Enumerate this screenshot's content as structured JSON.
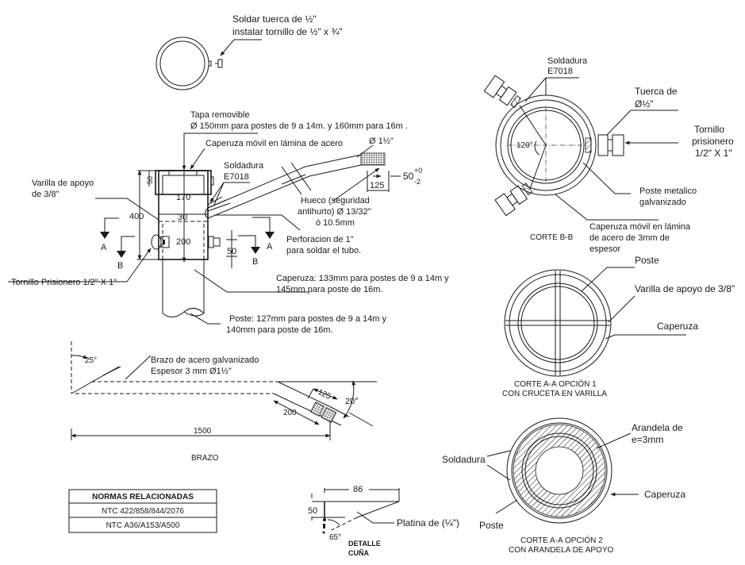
{
  "drawing": {
    "top_view": {
      "note_line1": "Soldar tuerca de ½\"",
      "note_line2": "instalar tornillo de ½\" x ¾\""
    },
    "elevation": {
      "tapa_line1": "Tapa removible",
      "tapa_line2": "Ø 150mm para postes de 9 a 14m. y 160mm para 16m .",
      "caperuza_movil": "Caperuza móvil en lámina de acero",
      "soldadura_line1": "Soldadura",
      "soldadura_line2": "E7018",
      "varilla_line1": "Varilla de apoyo",
      "varilla_line2": "de 3/8\"",
      "tornillo": "Tornillo Prisionero 1/2\" X 1\"",
      "tube_diameter": "Ø 1½\"",
      "hueco_line1": "Hueco (seguridad",
      "hueco_line2": "antihurto) Ø 13/32\"",
      "hueco_line3": "ó 10.5mm",
      "perforacion_line1": "Perforacion de 1\"",
      "perforacion_line2": "para soldar el tubo.",
      "caperuza_line1": "Caperuza: 133mm para postes de 9 a 14m y",
      "caperuza_line2": "145mm para poste de 16m.",
      "poste_line1": "Poste: 127mm para postes de 9 a 14m y",
      "poste_line2": "140mm para poste de 16m.",
      "dims": {
        "d50_top": "50",
        "d400": "400",
        "d170": "170",
        "d30": "30",
        "d200": "200",
        "d50_side": "50",
        "d125": "125",
        "d50_tol": "50",
        "tol_plus": "+0",
        "tol_minus": "-2"
      },
      "section_marks": {
        "a": "A",
        "b": "B"
      }
    },
    "corte_bb": {
      "soldadura_line1": "Soldadura",
      "soldadura_line2": "E7018",
      "tuerca_line1": "Tuerca de",
      "tuerca_line2": "Ø½\"",
      "tornillo_line1": "Tornillo",
      "tornillo_line2": "prisionero",
      "tornillo_line3": "1/2\" X 1\"",
      "angle": "120°",
      "poste_line1": "Poste metalico",
      "poste_line2": "galvanizado",
      "caperuza_line1": "Caperuza móvil en lámina",
      "caperuza_line2": "de acero de 3mm de",
      "caperuza_line3": "espesor",
      "title": "CORTE B-B"
    },
    "corte_aa1": {
      "poste": "Poste",
      "varilla": "Varilla de apoyo de 3/8\"",
      "caperuza": "Caperuza",
      "title_line1": "CORTE A-A OPCIÓN 1",
      "title_line2": "CON CRUCETA EN VARILLA"
    },
    "corte_aa2": {
      "arandela_line1": "Arandela de",
      "arandela_line2": "e=3mm",
      "soldadura": "Soldadura",
      "caperuza": "Caperuza",
      "poste": "Poste",
      "title_line1": "CORTE A-A OPCIÓN 2",
      "title_line2": "CON ARANDELA DE APOYO"
    },
    "brazo": {
      "angle_top": "25°",
      "note_line1": "Brazo de acero galvanizado",
      "note_line2": "Espesor 3 mm Ø1½\"",
      "d125": "125",
      "d200": "200",
      "angle_bend": "20°",
      "d1500": "1500",
      "title": "BRAZO"
    },
    "normas": {
      "header": "NORMAS RELACIONADAS",
      "rows": [
        "NTC 422/858/844/2076",
        "NTC A36/A153/A500"
      ]
    },
    "cuna": {
      "d86": "86",
      "d50": "50",
      "angle": "65°",
      "platina": "Platina de (¼\")",
      "title_line1": "DETALLE",
      "title_line2": "CUÑA"
    }
  }
}
